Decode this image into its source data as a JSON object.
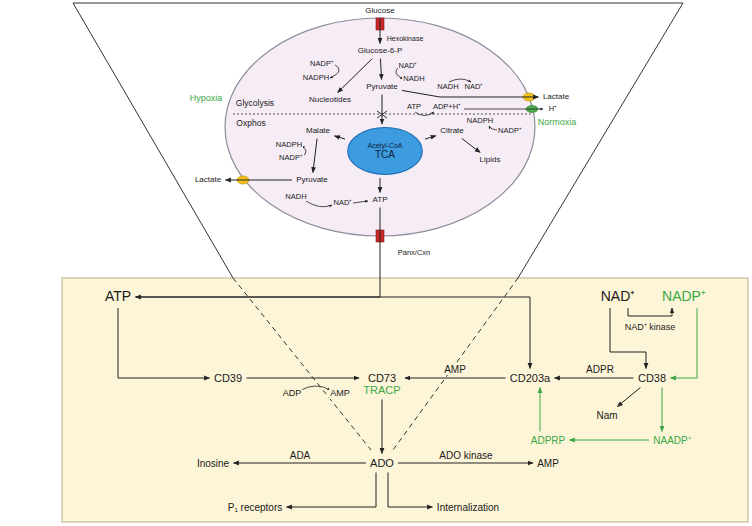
{
  "diagram": {
    "nodes": [
      {
        "text": [
          "Glucose"
        ]
      },
      {
        "text": [
          "Glucose-6-P"
        ]
      },
      {
        "text": [
          "Pyruvate"
        ]
      },
      {
        "text": [
          "Lactate"
        ]
      },
      {
        "text": [
          "Nucleotides"
        ]
      },
      {
        "text": [
          "Acetyl-CoA",
          "TCA"
        ]
      },
      {
        "text": [
          "Malate"
        ]
      },
      {
        "text": [
          "Citrate"
        ]
      },
      {
        "text": [
          "Lipids"
        ]
      },
      {
        "text": [
          "Pyruvate"
        ]
      },
      {
        "text": [
          "Lactate"
        ]
      },
      {
        "text": [
          "ATP"
        ]
      },
      {
        "text": [
          "ATP"
        ]
      },
      {
        "text": [
          "NAD⁺"
        ]
      },
      {
        "text": [
          "NADP⁺"
        ]
      },
      {
        "text": [
          "CD39"
        ]
      },
      {
        "text": [
          "CD73",
          "TRACP"
        ]
      },
      {
        "text": [
          "CD203a"
        ]
      },
      {
        "text": [
          "CD38"
        ]
      },
      {
        "text": [
          "Nam"
        ]
      },
      {
        "text": [
          "NAADP⁺"
        ]
      },
      {
        "text": [
          "ADPRP"
        ]
      },
      {
        "text": [
          "ADO"
        ]
      },
      {
        "text": [
          "Inosine"
        ]
      },
      {
        "text": [
          "AMP"
        ]
      },
      {
        "text": [
          "P₁ receptors"
        ]
      },
      {
        "text": [
          "Internalization"
        ]
      }
    ],
    "edges": [
      {
        "from": 0,
        "to": 1,
        "arrow": "to",
        "label": "Hexokinase"
      },
      {
        "from": 1,
        "to": 2,
        "arrow": "to"
      },
      {
        "from": 1,
        "to": 4,
        "arrow": "to"
      },
      {
        "from": 2,
        "to": 3,
        "arrow": "to"
      },
      {
        "from": 2,
        "to": 5,
        "arrow": "to"
      },
      {
        "from": 5,
        "to": 6,
        "arrow": "to"
      },
      {
        "from": 5,
        "to": 7,
        "arrow": "to"
      },
      {
        "from": 7,
        "to": 8,
        "arrow": "to"
      },
      {
        "from": 6,
        "to": 9,
        "arrow": "to"
      },
      {
        "from": 9,
        "to": 10,
        "arrow": "to"
      },
      {
        "from": 5,
        "to": 11,
        "arrow": "to"
      },
      {
        "from": 11,
        "to": 12,
        "arrow": "to"
      },
      {
        "from": 12,
        "to": 15,
        "arrow": "to"
      },
      {
        "from": 12,
        "to": 17,
        "arrow": "to"
      },
      {
        "from": 15,
        "to": 16,
        "arrow": "to"
      },
      {
        "from": 17,
        "to": 16,
        "arrow": "to",
        "label": "AMP"
      },
      {
        "from": 18,
        "to": 17,
        "arrow": "to",
        "label": "ADPR"
      },
      {
        "from": 13,
        "to": 18,
        "arrow": "to"
      },
      {
        "from": 13,
        "to": 14,
        "arrow": "to",
        "label": "NAD⁺ kinase"
      },
      {
        "from": 14,
        "to": 18,
        "arrow": "to"
      },
      {
        "from": 18,
        "to": 19,
        "arrow": "to"
      },
      {
        "from": 18,
        "to": 20,
        "arrow": "to"
      },
      {
        "from": 20,
        "to": 21,
        "arrow": "to"
      },
      {
        "from": 21,
        "to": 17,
        "arrow": "to"
      },
      {
        "from": 16,
        "to": 22,
        "arrow": "to"
      },
      {
        "from": 22,
        "to": 23,
        "arrow": "to",
        "label": "ADA"
      },
      {
        "from": 22,
        "to": 24,
        "arrow": "to",
        "label": "ADO kinase"
      },
      {
        "from": 22,
        "to": 25,
        "arrow": "to"
      },
      {
        "from": 22,
        "to": 26,
        "arrow": "to"
      }
    ],
    "labels": [
      "NADP⁺",
      "NADPH",
      "NAD⁺",
      "NADH",
      "NADH",
      "NAD⁺",
      "Hypoxia",
      "Glycolysis",
      "Normoxia",
      "Oxphos",
      "ATP",
      "ADP+H⁺",
      "H⁺",
      "NADPH",
      "NADP⁺",
      "NADPH",
      "NADP⁺",
      "NADH",
      "NAD⁺",
      "Panx/Cxn",
      "ADP",
      "AMP"
    ]
  }
}
